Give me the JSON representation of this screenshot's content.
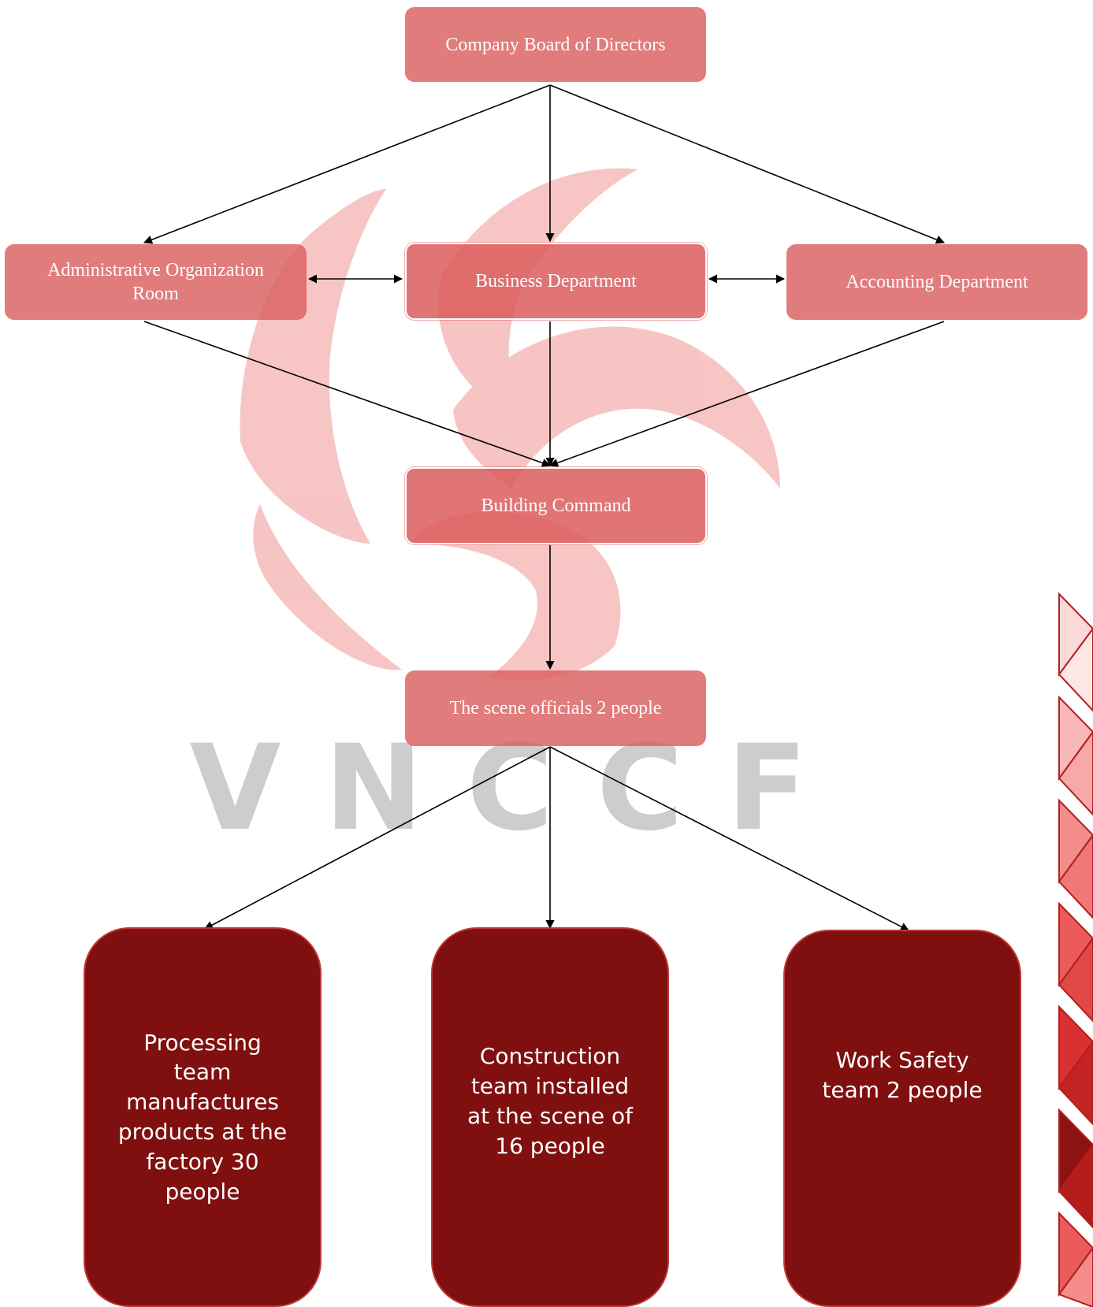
{
  "diagram": {
    "nodes": {
      "board": "Company Board of Directors",
      "admin": "Administrative Organization Room",
      "business": "Business Department",
      "accounting": "Accounting Department",
      "command": "Building Command",
      "scene": "The scene officials 2 people",
      "processing": "Processing team manufactures products at the factory 30 people",
      "construction": "Construction team installed at the scene of 16 people",
      "safety": "Work Safety team 2 people"
    },
    "edges": [
      {
        "from": "board",
        "to": "admin"
      },
      {
        "from": "board",
        "to": "business"
      },
      {
        "from": "board",
        "to": "accounting"
      },
      {
        "from": "admin",
        "to": "business",
        "bidirectional": true
      },
      {
        "from": "business",
        "to": "accounting",
        "bidirectional": true
      },
      {
        "from": "admin",
        "to": "command"
      },
      {
        "from": "business",
        "to": "command"
      },
      {
        "from": "accounting",
        "to": "command"
      },
      {
        "from": "command",
        "to": "scene"
      },
      {
        "from": "scene",
        "to": "processing"
      },
      {
        "from": "scene",
        "to": "construction"
      },
      {
        "from": "scene",
        "to": "safety"
      }
    ]
  },
  "watermark": {
    "text": "VNCCF",
    "colors": {
      "logo": "#e84a4a",
      "letters": "#c8c8c8"
    }
  },
  "colors": {
    "node_fill": "#dd6b6b",
    "team_fill": "#801010",
    "team_border": "#c03838",
    "arrow": "#000000",
    "strip": [
      "#fcd9d9",
      "#f9b8b8",
      "#f48c8c",
      "#ec5b5b",
      "#d93030",
      "#b51c1c",
      "#8f1212"
    ]
  }
}
